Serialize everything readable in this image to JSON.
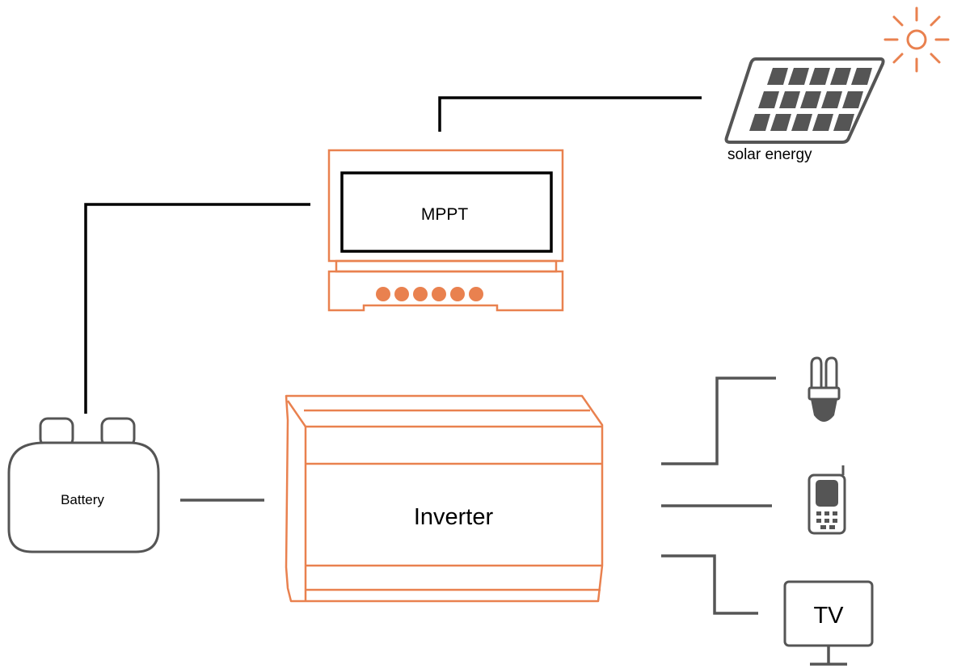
{
  "labels": {
    "mppt": "MPPT",
    "solar": "solar energy",
    "battery": "Battery",
    "inverter": "Inverter",
    "tv": "TV"
  },
  "colors": {
    "accent": "#E9814F",
    "line_dark": "#000000",
    "line_gray": "#555555"
  },
  "icons": {
    "sun": "sun-icon",
    "solar_panel": "solar-panel-icon",
    "bulb": "light-bulb-icon",
    "phone": "mobile-phone-icon",
    "tv": "television-icon"
  }
}
